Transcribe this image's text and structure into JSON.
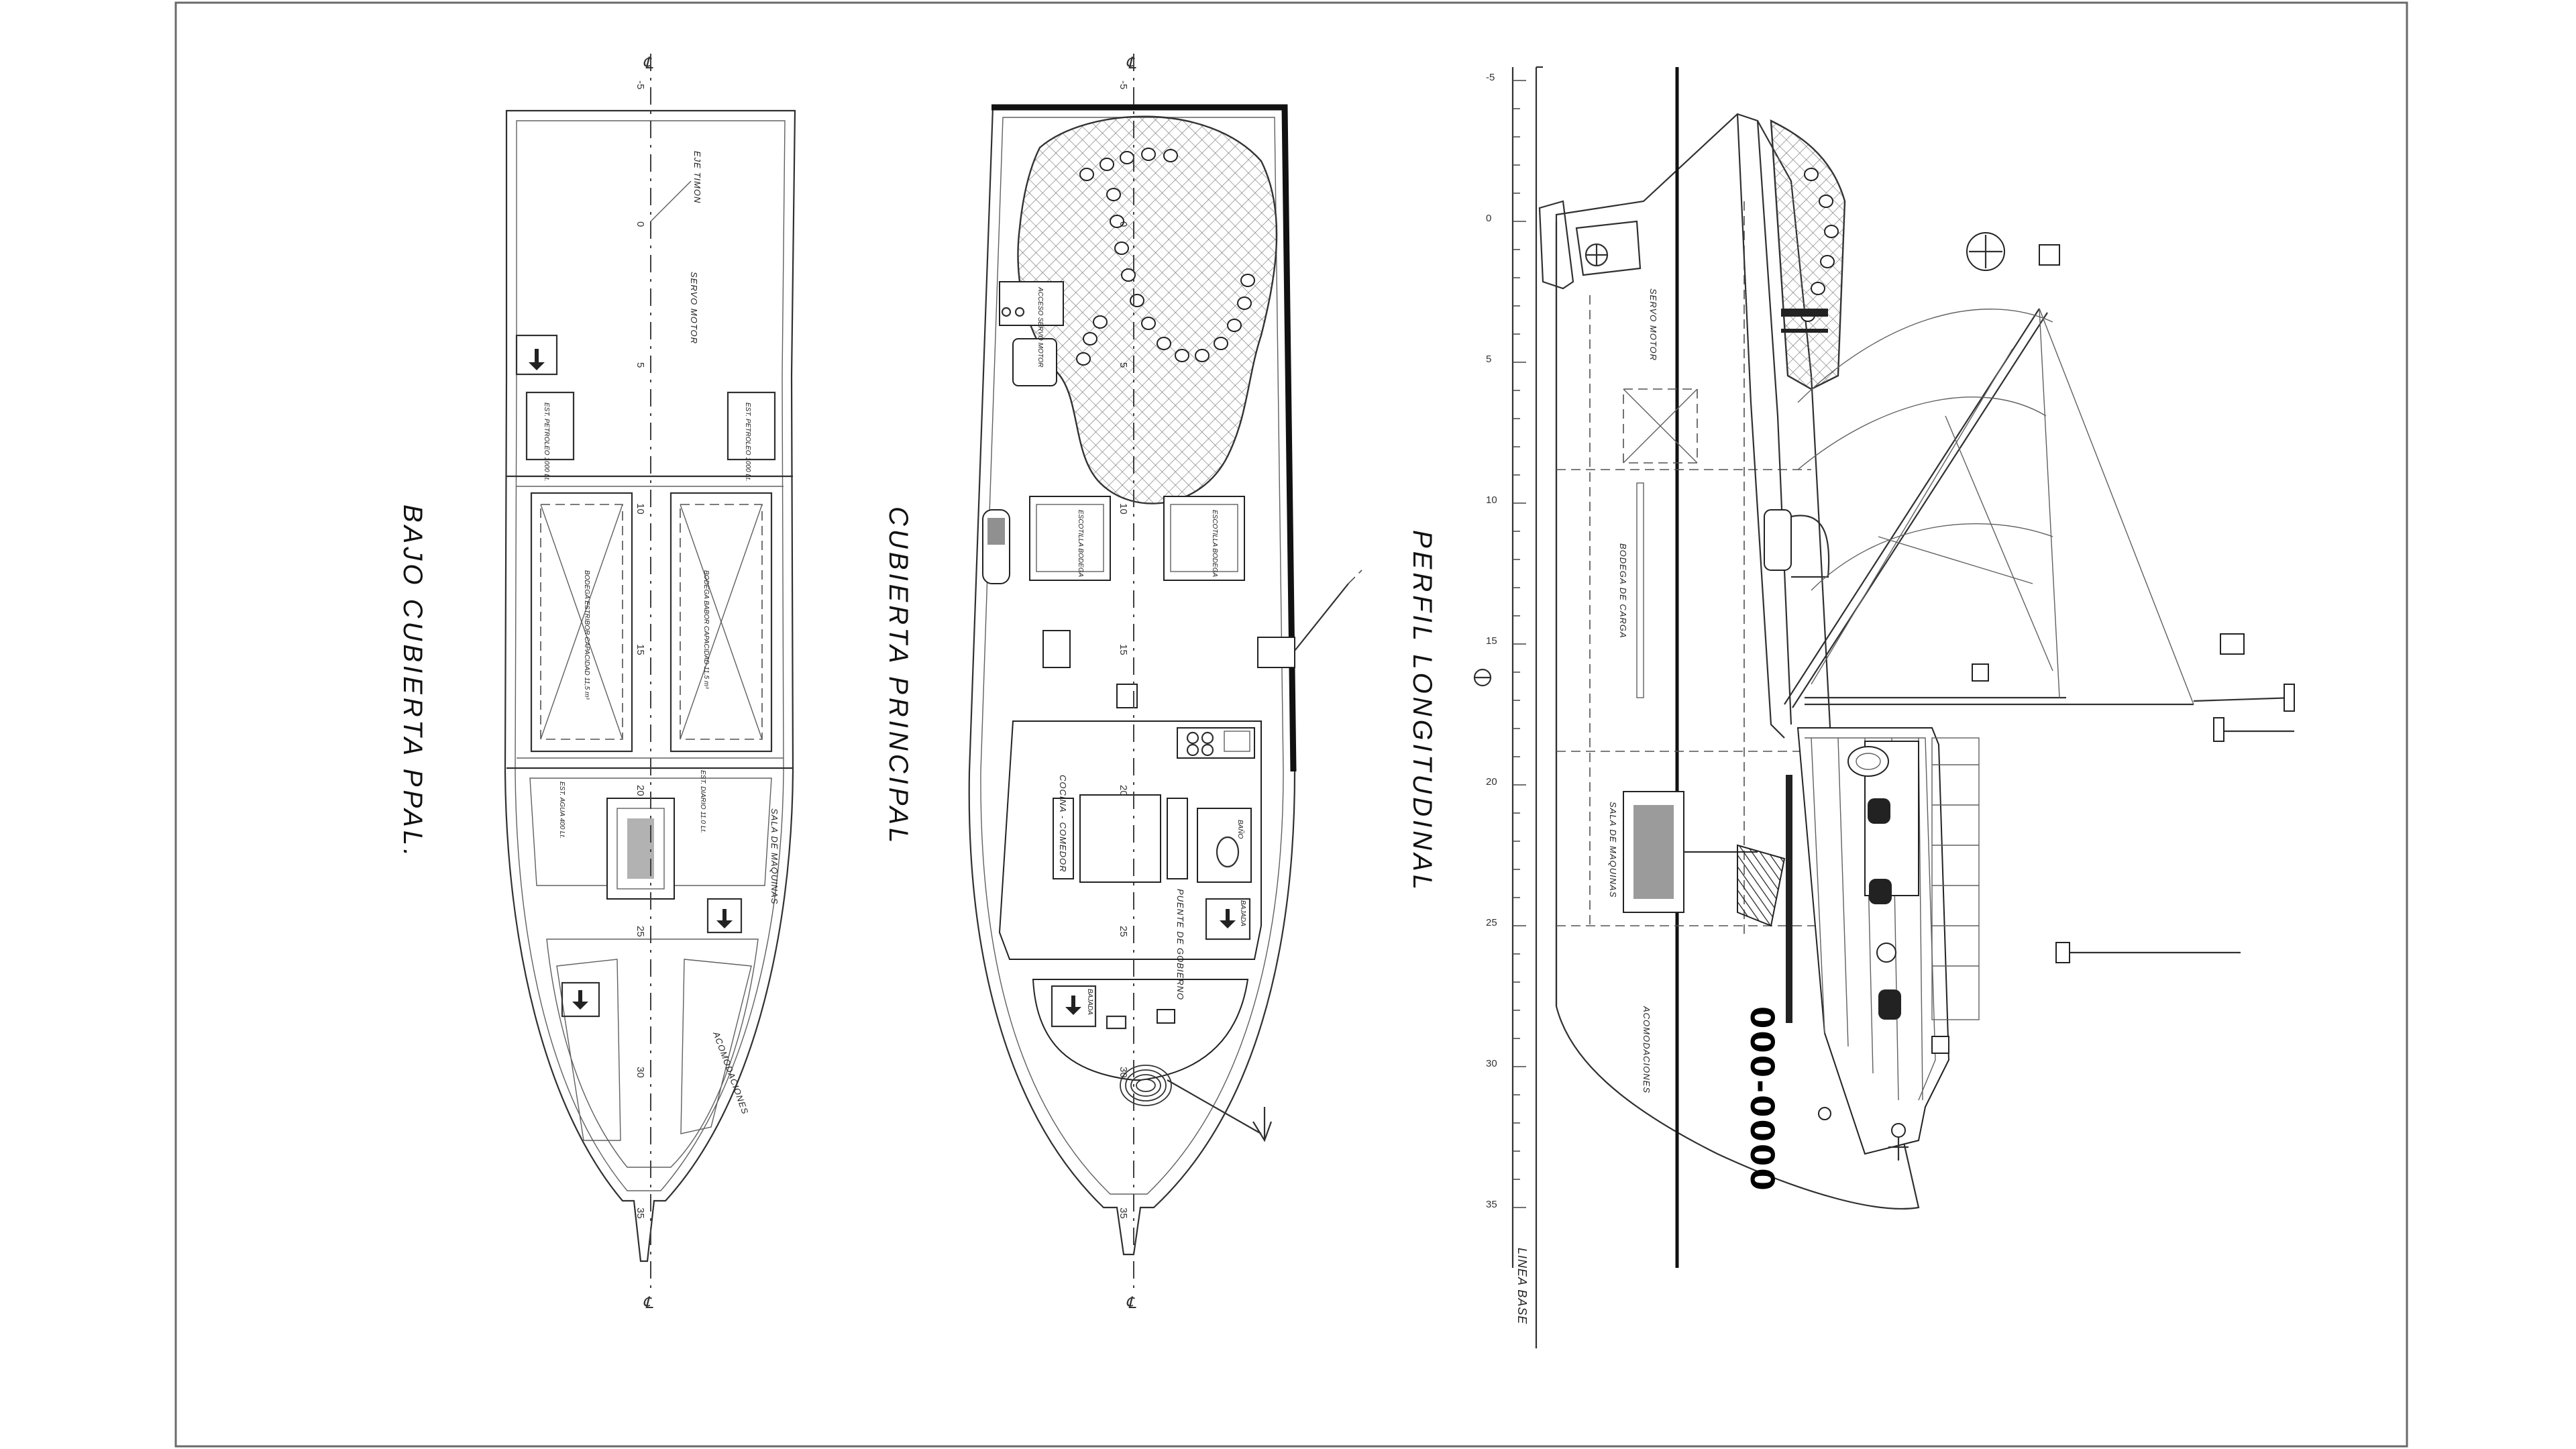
{
  "views": {
    "under_deck": {
      "title": "BAJO CUBIERTA PPAL.",
      "labels": {
        "eje_timon": "EJE TIMON",
        "servo_motor": "SERVO MOTOR",
        "est_petroleo_left": "EST. PETROLEO 1000 Lt.",
        "est_petroleo_right": "EST. PETROLEO 1000 Lt.",
        "bodega_estribor": "BODEGA ESTRIBOR CAPACIDAD 11,5 m³",
        "bodega_babor": "BODEGA BABOR CAPACIDAD 11,5 m³",
        "est_agua": "EST. AGUA 400 Lt.",
        "est_diario": "EST. DIARIO 11.0 Lt.",
        "sala_maquinas": "SALA DE MAQUINAS",
        "acomodaciones": "ACOMODACIONES",
        "bajada": "BAJADA"
      }
    },
    "main_deck": {
      "title": "CUBIERTA PRINCIPAL",
      "labels": {
        "acceso_servo": "ACCESO SERVO MOTOR",
        "escotilla_left": "ESCOTILLA BODEGA",
        "escotilla_right": "ESCOTILLA BODEGA",
        "cocina_comedor": "COCINA - COMEDOR",
        "puente_gobierno": "PUENTE DE GOBIERNO",
        "bano": "BAÑO",
        "bajada_a": "BAJADA",
        "bajada_b": "BAJADA"
      }
    },
    "profile": {
      "title": "PERFIL LONGITUDINAL",
      "linea_base": "LINEA BASE",
      "registration": "000-0000",
      "labels": {
        "servo_motor": "SERVO MOTOR",
        "bodega_carga": "BODEGA DE CARGA",
        "sala_maquinas": "SALA DE MAQUINAS",
        "acomodaciones": "ACOMODACIONES"
      }
    }
  },
  "station_ticks": [
    "-5",
    "0",
    "5",
    "10",
    "15",
    "20",
    "25",
    "30",
    "35"
  ],
  "centerline_symbol": "℄",
  "colors": {
    "line": "#222222",
    "paper": "#ffffff",
    "frame": "#6a6a6a"
  }
}
